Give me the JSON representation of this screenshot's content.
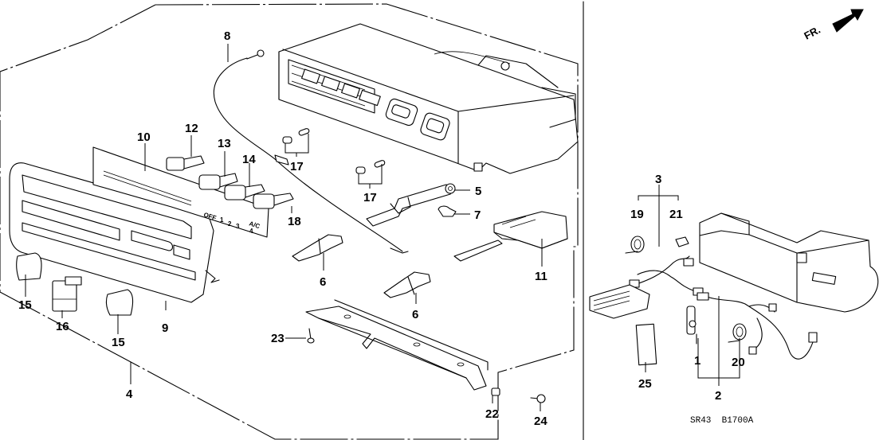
{
  "diagram": {
    "title": "Heater Control Assembly — exploded parts view",
    "drawing_code": "SR43  B1700A",
    "direction_indicator": {
      "label": "FR.",
      "icon": "front-direction-arrow-icon"
    },
    "callouts": [
      {
        "number": "1",
        "part": "sensor"
      },
      {
        "number": "2",
        "part": "wire-harness-group"
      },
      {
        "number": "3",
        "part": "clip-group"
      },
      {
        "number": "4",
        "part": "control-assembly-group"
      },
      {
        "number": "5",
        "part": "lever"
      },
      {
        "number": "6",
        "part": "slider"
      },
      {
        "number": "6",
        "part": "slider"
      },
      {
        "number": "7",
        "part": "clip"
      },
      {
        "number": "8",
        "part": "control-cable"
      },
      {
        "number": "9",
        "part": "bezel-panel"
      },
      {
        "number": "10",
        "part": "indicator-plate"
      },
      {
        "number": "11",
        "part": "mode-switch"
      },
      {
        "number": "12",
        "part": "push-button"
      },
      {
        "number": "13",
        "part": "push-button"
      },
      {
        "number": "14",
        "part": "push-button"
      },
      {
        "number": "15",
        "part": "knob"
      },
      {
        "number": "15",
        "part": "knob"
      },
      {
        "number": "16",
        "part": "knob"
      },
      {
        "number": "17",
        "part": "bulb-pair"
      },
      {
        "number": "17",
        "part": "bulb-pair"
      },
      {
        "number": "18",
        "part": "push-button"
      },
      {
        "number": "19",
        "part": "harness-clamp"
      },
      {
        "number": "20",
        "part": "harness-clamp"
      },
      {
        "number": "21",
        "part": "clip"
      },
      {
        "number": "22",
        "part": "nut"
      },
      {
        "number": "23",
        "part": "screw"
      },
      {
        "number": "24",
        "part": "screw"
      },
      {
        "number": "25",
        "part": "label-plate"
      }
    ],
    "panel_markings": {
      "fan_off": "OFF",
      "fan_speeds": [
        "1",
        "2",
        "3",
        "4"
      ],
      "ac": "A/C"
    }
  }
}
